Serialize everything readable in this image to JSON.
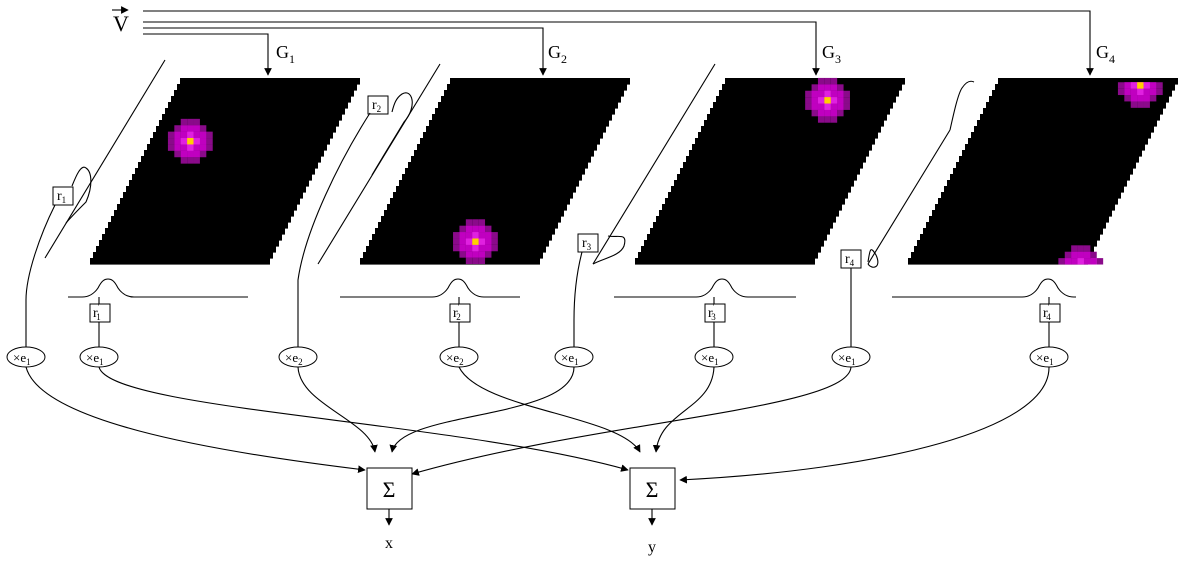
{
  "input_label": "V",
  "panels": [
    {
      "gate": "G",
      "gate_sub": "1",
      "r": "r",
      "r_sub": "1",
      "rp": "r",
      "rp_sub": "1",
      "m_left": "×e",
      "m_left_sub": "1",
      "m_right": "×e",
      "m_right_sub": "1"
    },
    {
      "gate": "G",
      "gate_sub": "2",
      "r": "r",
      "r_sub": "2",
      "rp": "r",
      "rp_sub": "2",
      "m_left": "×e",
      "m_left_sub": "2",
      "m_right": "×e",
      "m_right_sub": "2"
    },
    {
      "gate": "G",
      "gate_sub": "3",
      "r": "r",
      "r_sub": "3",
      "rp": "r",
      "rp_sub": "3",
      "m_left": "×e",
      "m_left_sub": "1",
      "m_right": "×e",
      "m_right_sub": "1"
    },
    {
      "gate": "G",
      "gate_sub": "4",
      "r": "r",
      "r_sub": "4",
      "rp": "r",
      "rp_sub": "4",
      "m_left": "×e",
      "m_left_sub": "1",
      "m_right": "×e",
      "m_right_sub": "1"
    }
  ],
  "sums": [
    {
      "symbol": "Σ",
      "output": "x"
    },
    {
      "symbol": "Σ",
      "output": "y"
    }
  ],
  "colors": {
    "background": "#ffffff",
    "grid": "#000000",
    "blob_outer": "#8a0a8a",
    "blob_mid": "#c000c0",
    "blob_inner": "#e020e0",
    "blob_center": "#ffd000"
  },
  "blobs": [
    [
      {
        "u": 0.22,
        "v": 0.34
      }
    ],
    [
      {
        "u": 0.58,
        "v": 0.88
      }
    ],
    [
      {
        "u": 0.62,
        "v": 0.12
      }
    ],
    [
      {
        "u": 0.8,
        "v": 0.04
      },
      {
        "u": 0.97,
        "v": 1.02
      }
    ]
  ]
}
